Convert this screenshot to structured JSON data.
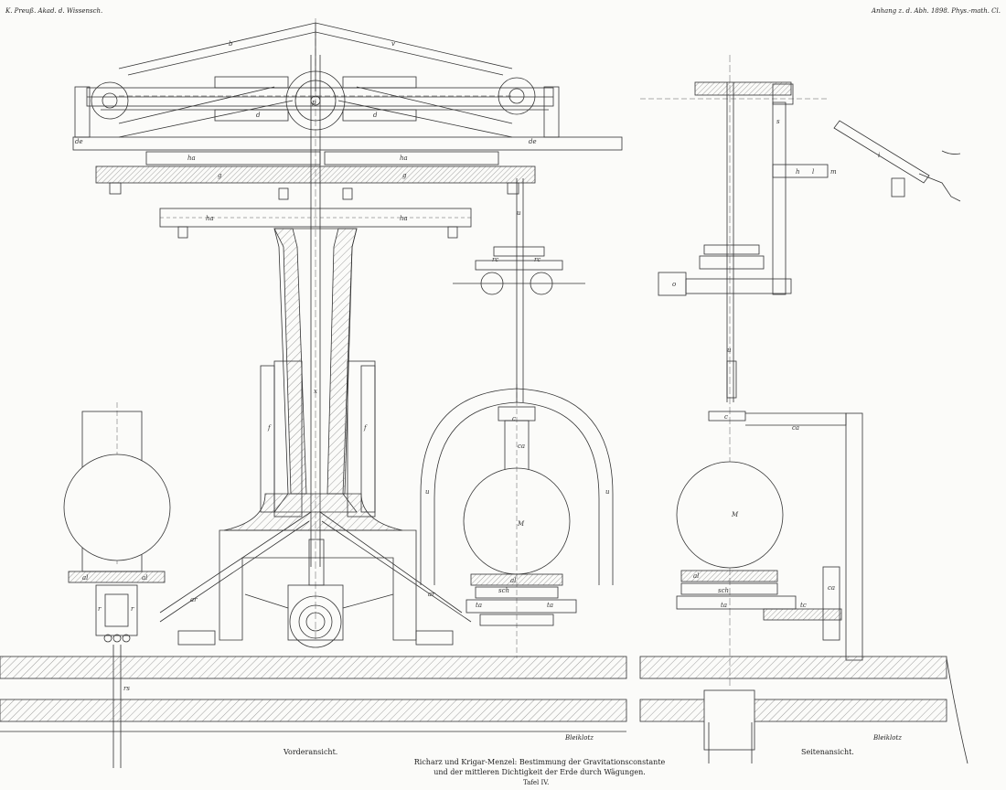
{
  "header": {
    "left": "K. Preuß. Akad. d. Wissensch.",
    "right": "Anhang z. d. Abh. 1898. Phys.-math. Cl."
  },
  "captions": {
    "front_view": "Vorderansicht.",
    "side_view": "Seitenansicht.",
    "lead_block_left": "Bleiklotz",
    "lead_block_right": "Bleiklotz"
  },
  "title": {
    "line1": "Richarz und Krigar-Menzel: Bestimmung der Gravitationsconstante",
    "line2": "und der mittleren Dichtigkeit der Erde durch Wägungen."
  },
  "plate": "Tafel IV.",
  "labels": {
    "b": "b",
    "v": "v",
    "d": "d",
    "p": "p",
    "g": "g",
    "ha": "ha",
    "de": "de",
    "f": "f",
    "x": "x",
    "u": "u",
    "M": "M",
    "c": "c",
    "ca": "ca",
    "al": "al",
    "sch": "sch",
    "ta": "ta",
    "ar": "ar",
    "rs": "rs",
    "rc": "rc",
    "o": "o",
    "s": "s",
    "h": "h",
    "l": "l",
    "m": "m",
    "i": "i",
    "r": "r",
    "tc": "tc"
  }
}
